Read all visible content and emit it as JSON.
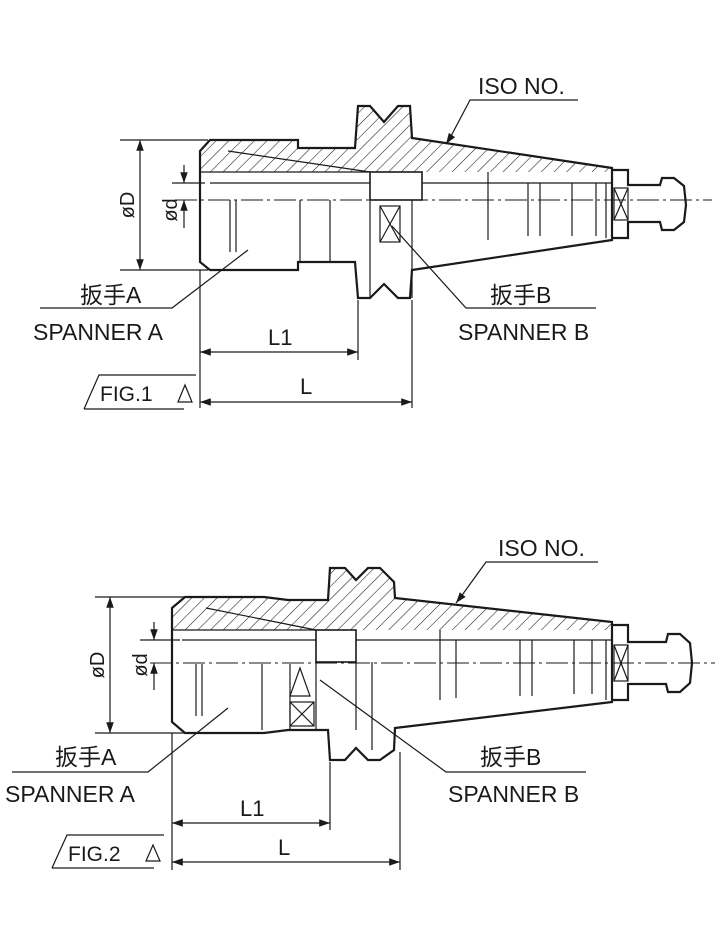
{
  "fig1": {
    "iso_label": "ISO NO.",
    "phi_D": "øD",
    "phi_d": "ød",
    "spanner_a_jp": "扳手A",
    "spanner_a_en": "SPANNER A",
    "spanner_b_jp": "扳手B",
    "spanner_b_en": "SPANNER B",
    "l1": "L1",
    "l": "L",
    "fig_label": "FIG.1"
  },
  "fig2": {
    "iso_label": "ISO NO.",
    "phi_D": "øD",
    "phi_d": "ød",
    "spanner_a_jp": "扳手A",
    "spanner_a_en": "SPANNER A",
    "spanner_b_jp": "扳手B",
    "spanner_b_en": "SPANNER B",
    "l1": "L1",
    "l": "L",
    "fig_label": "FIG.2"
  }
}
